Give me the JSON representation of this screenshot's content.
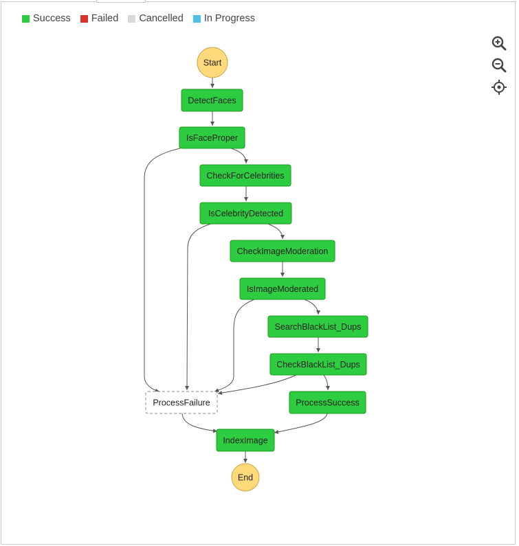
{
  "legend": [
    {
      "label": "Success",
      "color": "#2ecc40"
    },
    {
      "label": "Failed",
      "color": "#d9312b"
    },
    {
      "label": "Cancelled",
      "color": "#d9d9d9"
    },
    {
      "label": "In Progress",
      "color": "#4fbfe6"
    }
  ],
  "toolbar": {
    "zoom_in": "zoom-in-icon",
    "zoom_out": "zoom-out-icon",
    "center": "crosshair-icon"
  },
  "colors": {
    "success_fill": "#2ecc40",
    "terminal_fill": "#ffd97a",
    "not_run_fill": "#ffffff"
  },
  "nodes": {
    "start": "Start",
    "detect_faces": "DetectFaces",
    "is_face_proper": "IsFaceProper",
    "check_for_celebrities": "CheckForCelebrities",
    "is_celebrity_detected": "IsCelebrityDetected",
    "check_image_moderation": "CheckImageModeration",
    "is_image_moderated": "IsImageModerated",
    "search_blacklist_dups": "SearchBlackList_Dups",
    "check_blacklist_dups": "CheckBlackList_Dups",
    "process_failure": "ProcessFailure",
    "process_success": "ProcessSuccess",
    "index_image": "IndexImage",
    "end": "End"
  }
}
